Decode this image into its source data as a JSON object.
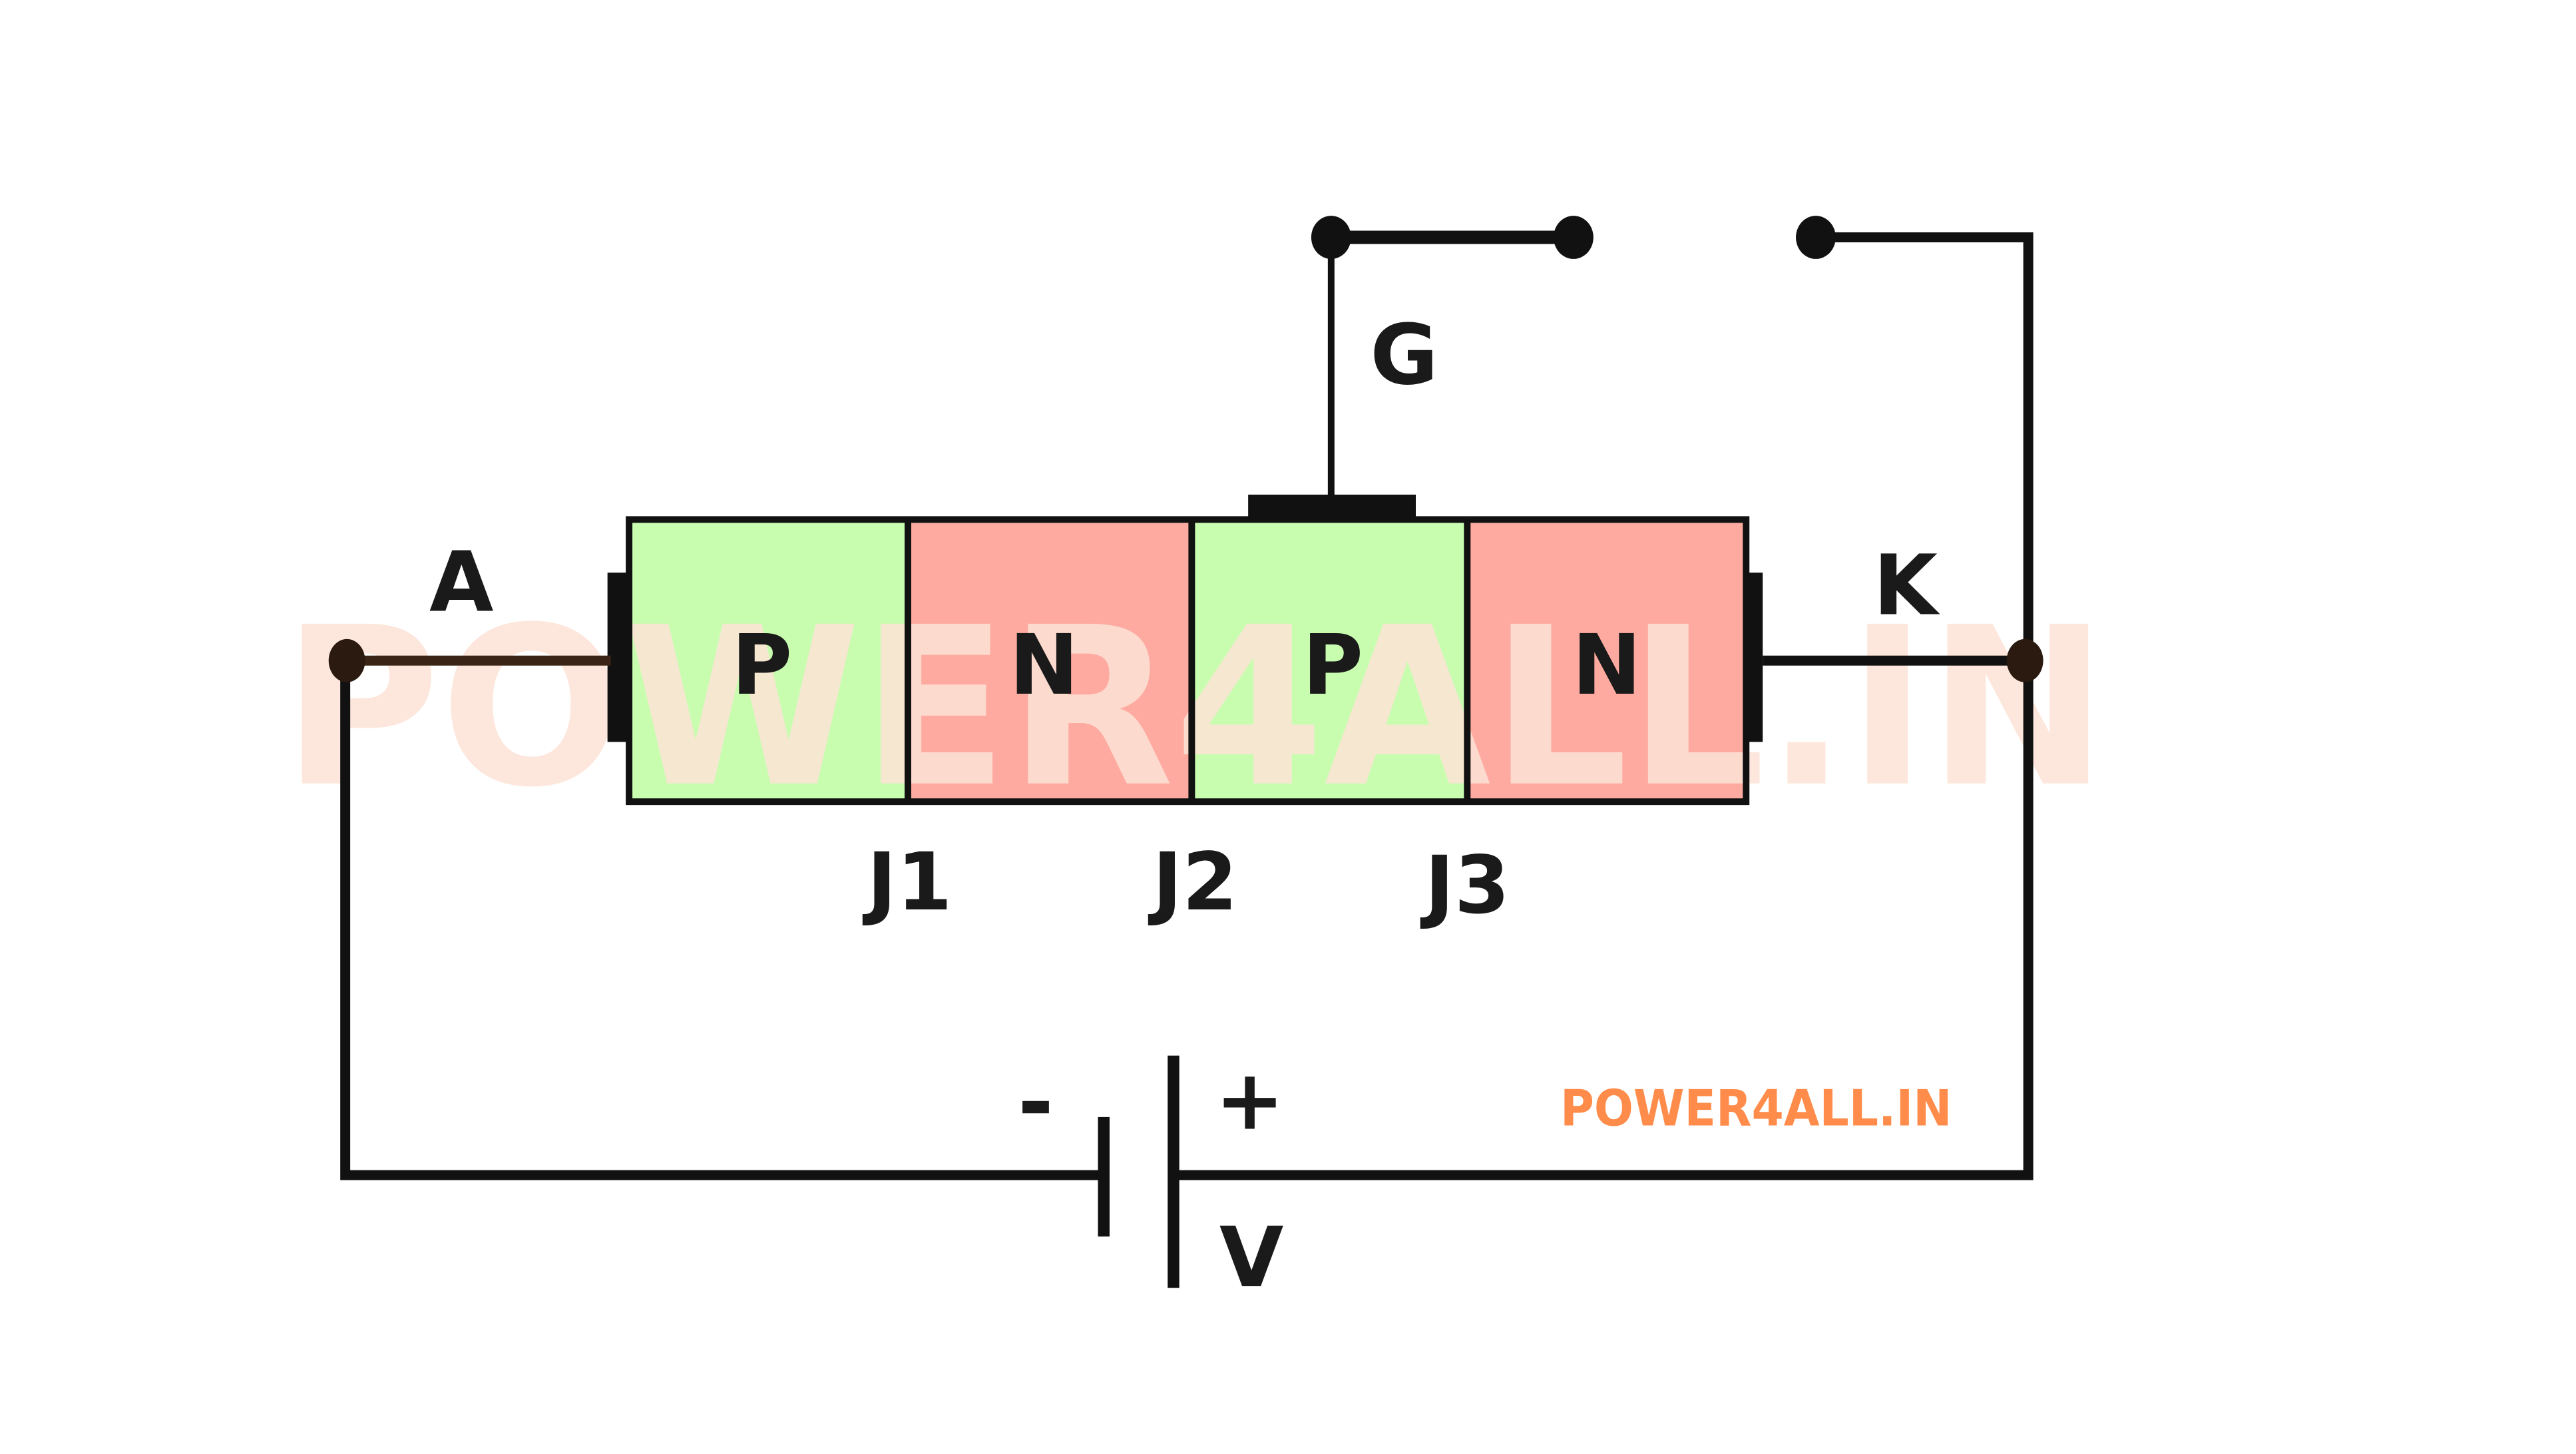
{
  "diagram": {
    "title": "SCR (Thyristor) PNPN structure with gate switch and battery",
    "terminals": {
      "anode": "A",
      "cathode": "K",
      "gate": "G"
    },
    "layers": [
      {
        "type": "P",
        "color": "#c8fdb0"
      },
      {
        "type": "N",
        "color": "#ffaaa0"
      },
      {
        "type": "P",
        "color": "#c8fdb0"
      },
      {
        "type": "N",
        "color": "#ffaaa0"
      }
    ],
    "junctions": [
      "J1",
      "J2",
      "J3"
    ],
    "battery": {
      "negative_label": "-",
      "positive_label": "+",
      "voltage_label": "V"
    },
    "switch": {
      "state": "open"
    },
    "watermark": {
      "large_text": "POWER4ALL.IN",
      "large_color": "#fde3d6",
      "small_text": "POWER4ALL.IN",
      "small_color": "#ff8c4a"
    },
    "colors": {
      "wire": "#111111",
      "p_region": "#c8fdb0",
      "n_region": "#ffaaa0"
    }
  }
}
